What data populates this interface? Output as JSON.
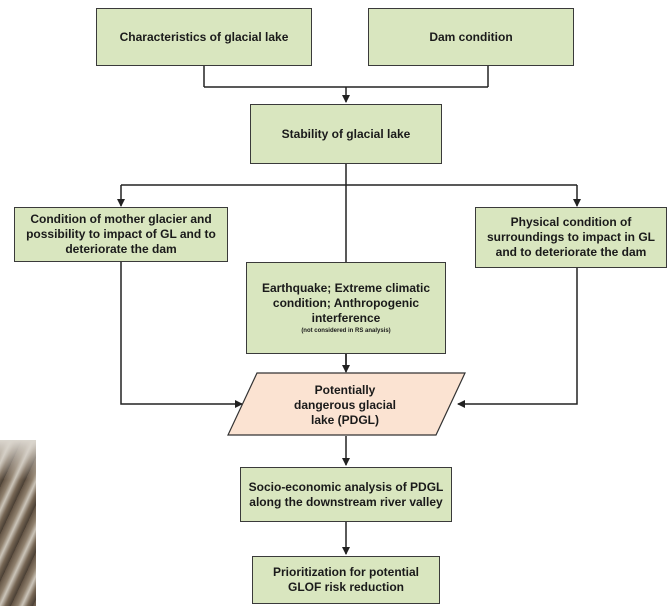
{
  "diagram": {
    "boxes": {
      "characteristics": "Characteristics of glacial lake",
      "dam_condition": "Dam condition",
      "stability": "Stability of glacial lake",
      "mother_glacier": "Condition of mother glacier and possibility to impact of GL and to deteriorate the dam",
      "earthquake": "Earthquake; Extreme climatic condition; Anthropogenic interference",
      "earthquake_note": "(not considered in RS analysis)",
      "physical_condition": "Physical condition of surroundings to impact in GL and to deteriorate the dam",
      "pdgl": "Potentially dangerous glacial lake (PDGL)",
      "socio_economic": "Socio-economic analysis of PDGL along the downstream river valley",
      "prioritization": "Prioritization for potential GLOF risk reduction"
    },
    "colors": {
      "box_fill": "#d9e6bf",
      "pdgl_fill": "#fbe3d2",
      "line": "#222222"
    }
  }
}
